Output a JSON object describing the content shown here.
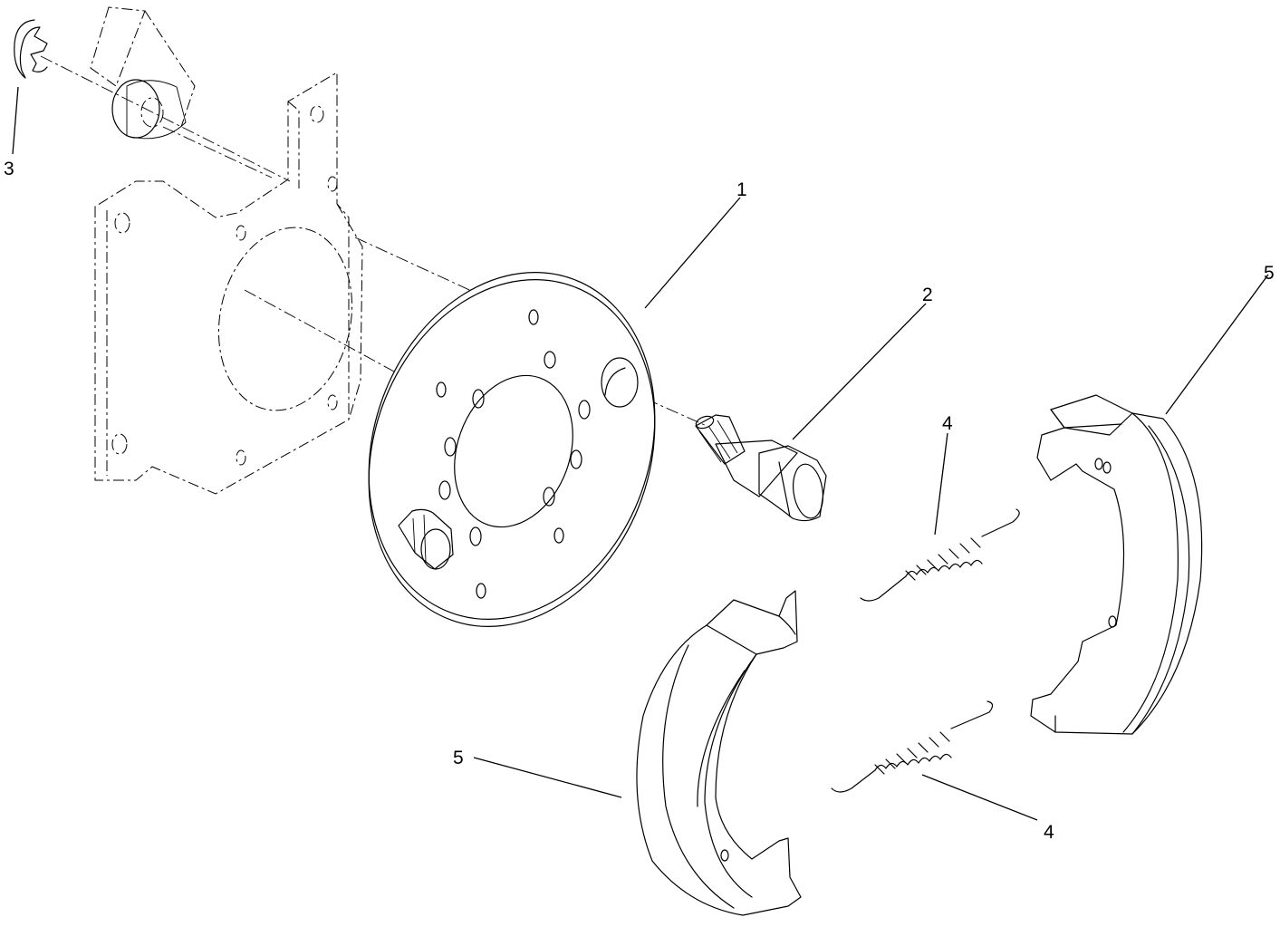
{
  "callouts": {
    "c1": "1",
    "c2": "2",
    "c3": "3",
    "c4a": "4",
    "c4b": "4",
    "c5a": "5",
    "c5b": "5"
  }
}
